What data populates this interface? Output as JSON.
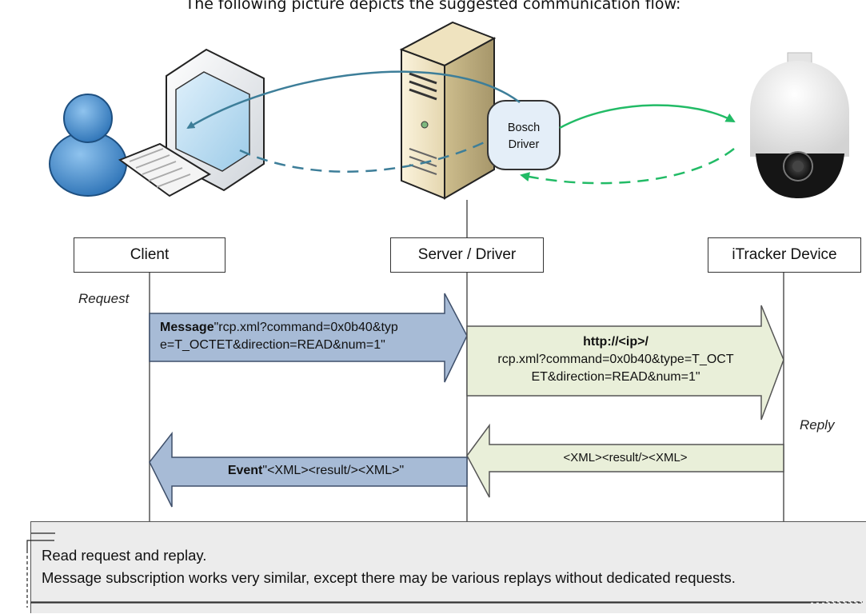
{
  "caption": "The following picture depicts the suggested communication flow:",
  "driver_label": [
    "Bosch",
    "Driver"
  ],
  "lanes": {
    "client": "Client",
    "server": "Server / Driver",
    "device": "iTracker Device"
  },
  "labels": {
    "request": "Request",
    "reply": "Reply"
  },
  "messages": {
    "request_bold": "Message",
    "request_text_1": "\"rcp.xml?command=0x0b40&typ",
    "request_text_2": "e=T_OCTET&direction=READ&num=1\"",
    "http_bold": "http://<ip>/",
    "http_text_1": "rcp.xml?command=0x0b40&type=T_OCT",
    "http_text_2": "ET&direction=READ&num=1\"",
    "reply_text": "<XML><result/><XML>",
    "event_bold": "Event",
    "event_text": "\"<XML><result/><XML>\""
  },
  "note": {
    "line1": "Read request and replay.",
    "line2": "Message subscription works very similar, except there may be various replays without dedicated requests."
  },
  "colors": {
    "client_arrow": "#a7bbd6",
    "server_arrow": "#e9efd9",
    "teal": "#3d7e99",
    "green": "#22bb66"
  }
}
